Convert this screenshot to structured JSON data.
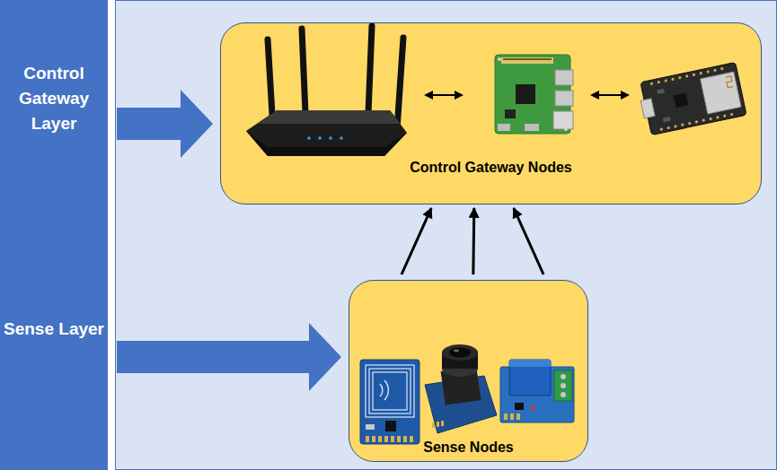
{
  "diagram": {
    "nodes": [
      {
        "text": [
          "Control Gateway Layer",
          "Sense Layer"
        ]
      },
      {
        "text": [
          "Control Gateway Nodes"
        ]
      },
      {
        "text": [
          "Sense Nodes"
        ]
      }
    ],
    "edges": [
      {
        "from": 0,
        "to": 1,
        "arrow": "to"
      },
      {
        "from": 0,
        "to": 2,
        "arrow": "to"
      },
      {
        "from": 2,
        "to": 1,
        "arrow": "to"
      },
      {
        "from": 2,
        "to": 1,
        "arrow": "to"
      },
      {
        "from": 2,
        "to": 1,
        "arrow": "to"
      }
    ]
  }
}
